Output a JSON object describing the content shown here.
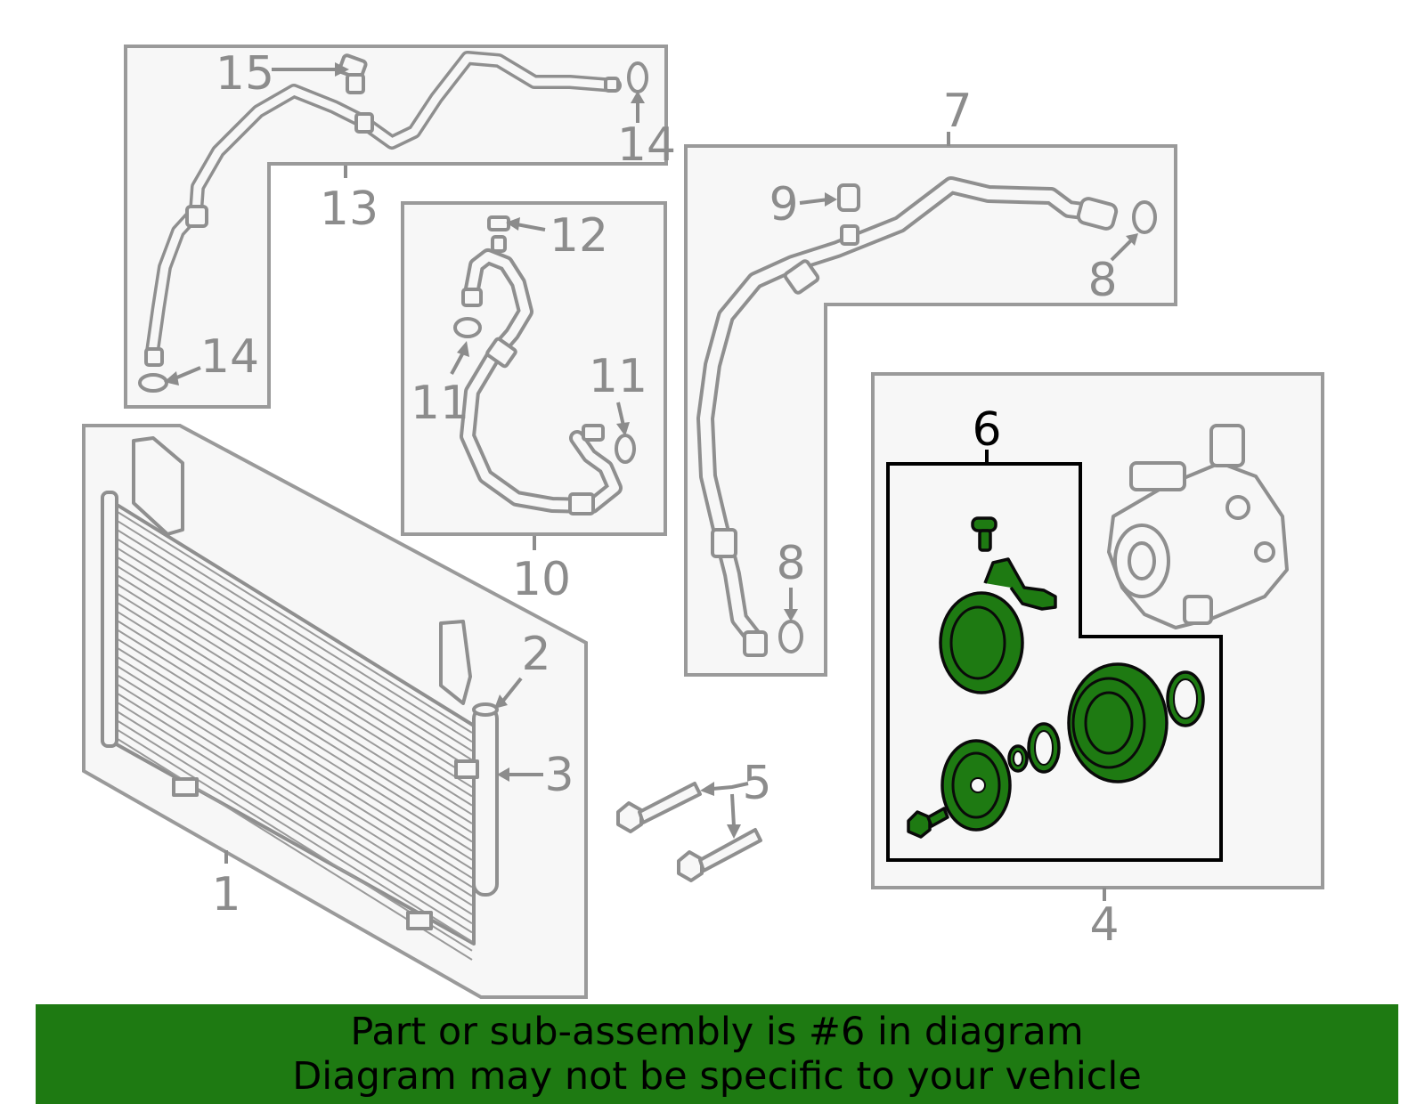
{
  "callouts": {
    "c1": "1",
    "c2": "2",
    "c3": "3",
    "c4": "4",
    "c5": "5",
    "c6": "6",
    "c7": "7",
    "c8a": "8",
    "c8b": "8",
    "c9": "9",
    "c10": "10",
    "c11a": "11",
    "c11b": "11",
    "c12": "12",
    "c13": "13",
    "c14a": "14",
    "c14b": "14",
    "c15": "15"
  },
  "highlight_part": "6",
  "colors": {
    "highlight": "#1e7a12",
    "line": "#8f8f8f",
    "panel": "#f7f7f7",
    "banner": "#1e7a12"
  },
  "banner": {
    "line1": "Part or sub-assembly is #6 in diagram",
    "line2": "Diagram may not be specific to your vehicle"
  }
}
